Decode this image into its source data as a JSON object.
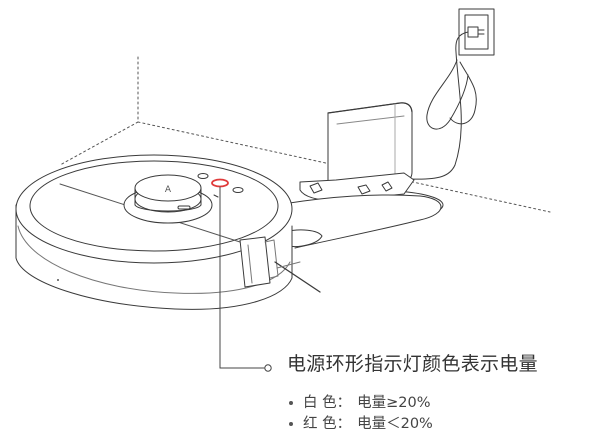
{
  "callout": {
    "title": "电源环形指示灯颜色表示电量",
    "highlight_color": "#e03a3a"
  },
  "legend": [
    {
      "color_name": "白 色：",
      "meaning": "电量≥20%"
    },
    {
      "color_name": "红 色：",
      "meaning": "电量＜20%"
    }
  ],
  "robot_button_glyph": "A"
}
